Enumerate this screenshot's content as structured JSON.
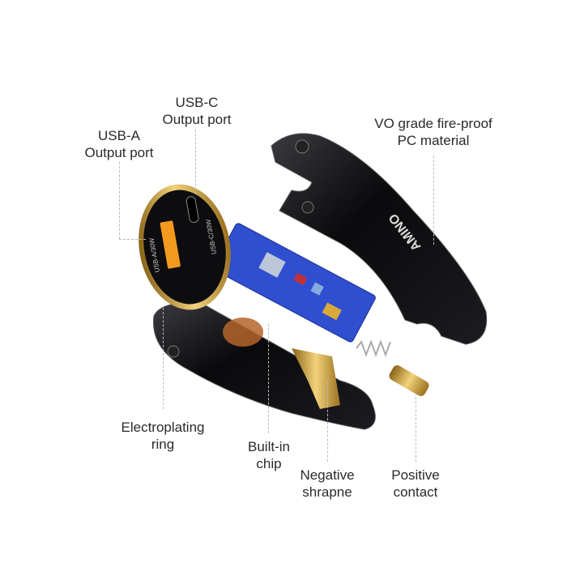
{
  "labels": {
    "usb_c": {
      "line1": "USB-C",
      "line2": "Output port"
    },
    "usb_a": {
      "line1": "USB-A",
      "line2": "Output port"
    },
    "material": {
      "line1": "VO grade fire-proof",
      "line2": "PC material"
    },
    "ring": {
      "line1": "Electroplating",
      "line2": "ring"
    },
    "chip": {
      "line1": "Built-in",
      "line2": "chip"
    },
    "negative": {
      "line1": "Negative",
      "line2": "shrapne"
    },
    "positive": {
      "line1": "Positive",
      "line2": "contact"
    }
  },
  "device": {
    "brand": "AMINO",
    "port_a_label": "USB-A/30W",
    "port_c_label": "USB-C/30W"
  },
  "colors": {
    "shell": "#0c0c0e",
    "pcb": "#2f4fd0",
    "gold": "#d9a93a",
    "port_orange": "#f39a1e"
  }
}
